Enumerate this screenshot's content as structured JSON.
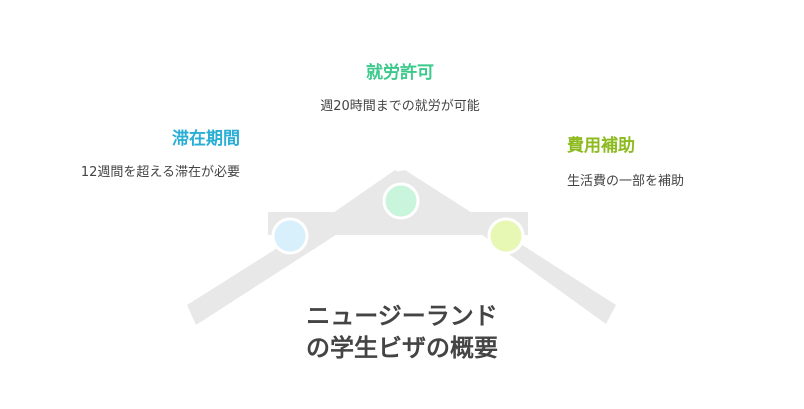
{
  "title_lines": [
    "ニュージーランド",
    "の学生ビザの概要"
  ],
  "nodes": [
    {
      "key": "stay",
      "heading": "滞在期間",
      "desc": "12週間を超える滞在が必要",
      "color": "#2aaed6",
      "fill": "#d7f0fb"
    },
    {
      "key": "work",
      "heading": "就労許可",
      "desc": "週20時間までの就労が可能",
      "color": "#3cc98c",
      "fill": "#c8f5dc"
    },
    {
      "key": "fee",
      "heading": "費用補助",
      "desc": "生活費の一部を補助",
      "color": "#8dbb1f",
      "fill": "#e6f8b4"
    }
  ],
  "colors": {
    "structure": "#e8e8e8",
    "node_stroke": "#ffffff",
    "title_text": "#444444",
    "desc_text": "#444444"
  }
}
